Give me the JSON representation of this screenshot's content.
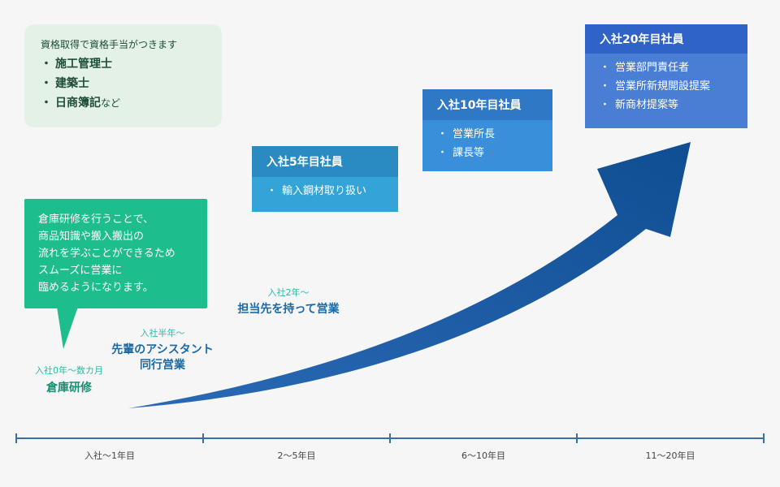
{
  "qualifications": {
    "intro": "資格取得で資格手当がつきます",
    "bullet": "・",
    "items": [
      "施工管理士",
      "建築士",
      "日商簿記"
    ],
    "last_suffix": "など"
  },
  "training_bubble": {
    "lines": [
      "倉庫研修を行うことで、",
      "商品知識や搬入搬出の",
      "流れを学ぶことができるため",
      "スムーズに営業に",
      "臨めるようになります。"
    ]
  },
  "stages": [
    {
      "small": "入社0年〜数カ月",
      "lines": [
        "倉庫研修"
      ]
    },
    {
      "small": "入社半年〜",
      "lines": [
        "先輩のアシスタント",
        "同行営業"
      ]
    },
    {
      "small": "入社2年〜",
      "lines": [
        "担当先を持って営業"
      ]
    }
  ],
  "cards": {
    "year5": {
      "title": "入社5年目社員",
      "items": [
        "輸入鋼材取り扱い"
      ]
    },
    "year10": {
      "title": "入社10年目社員",
      "items": [
        "営業所長",
        "課長等"
      ]
    },
    "year20": {
      "title": "入社20年目社員",
      "items": [
        "営業部門責任者",
        "営業所新規開設提案",
        "新商材提案等"
      ]
    },
    "bullet": "・"
  },
  "timeline": {
    "labels": [
      "入社〜1年目",
      "2〜5年目",
      "6〜10年目",
      "11〜20年目"
    ]
  },
  "colors": {
    "arrow_start": "#1f5fa8",
    "arrow_end": "#12508f"
  }
}
